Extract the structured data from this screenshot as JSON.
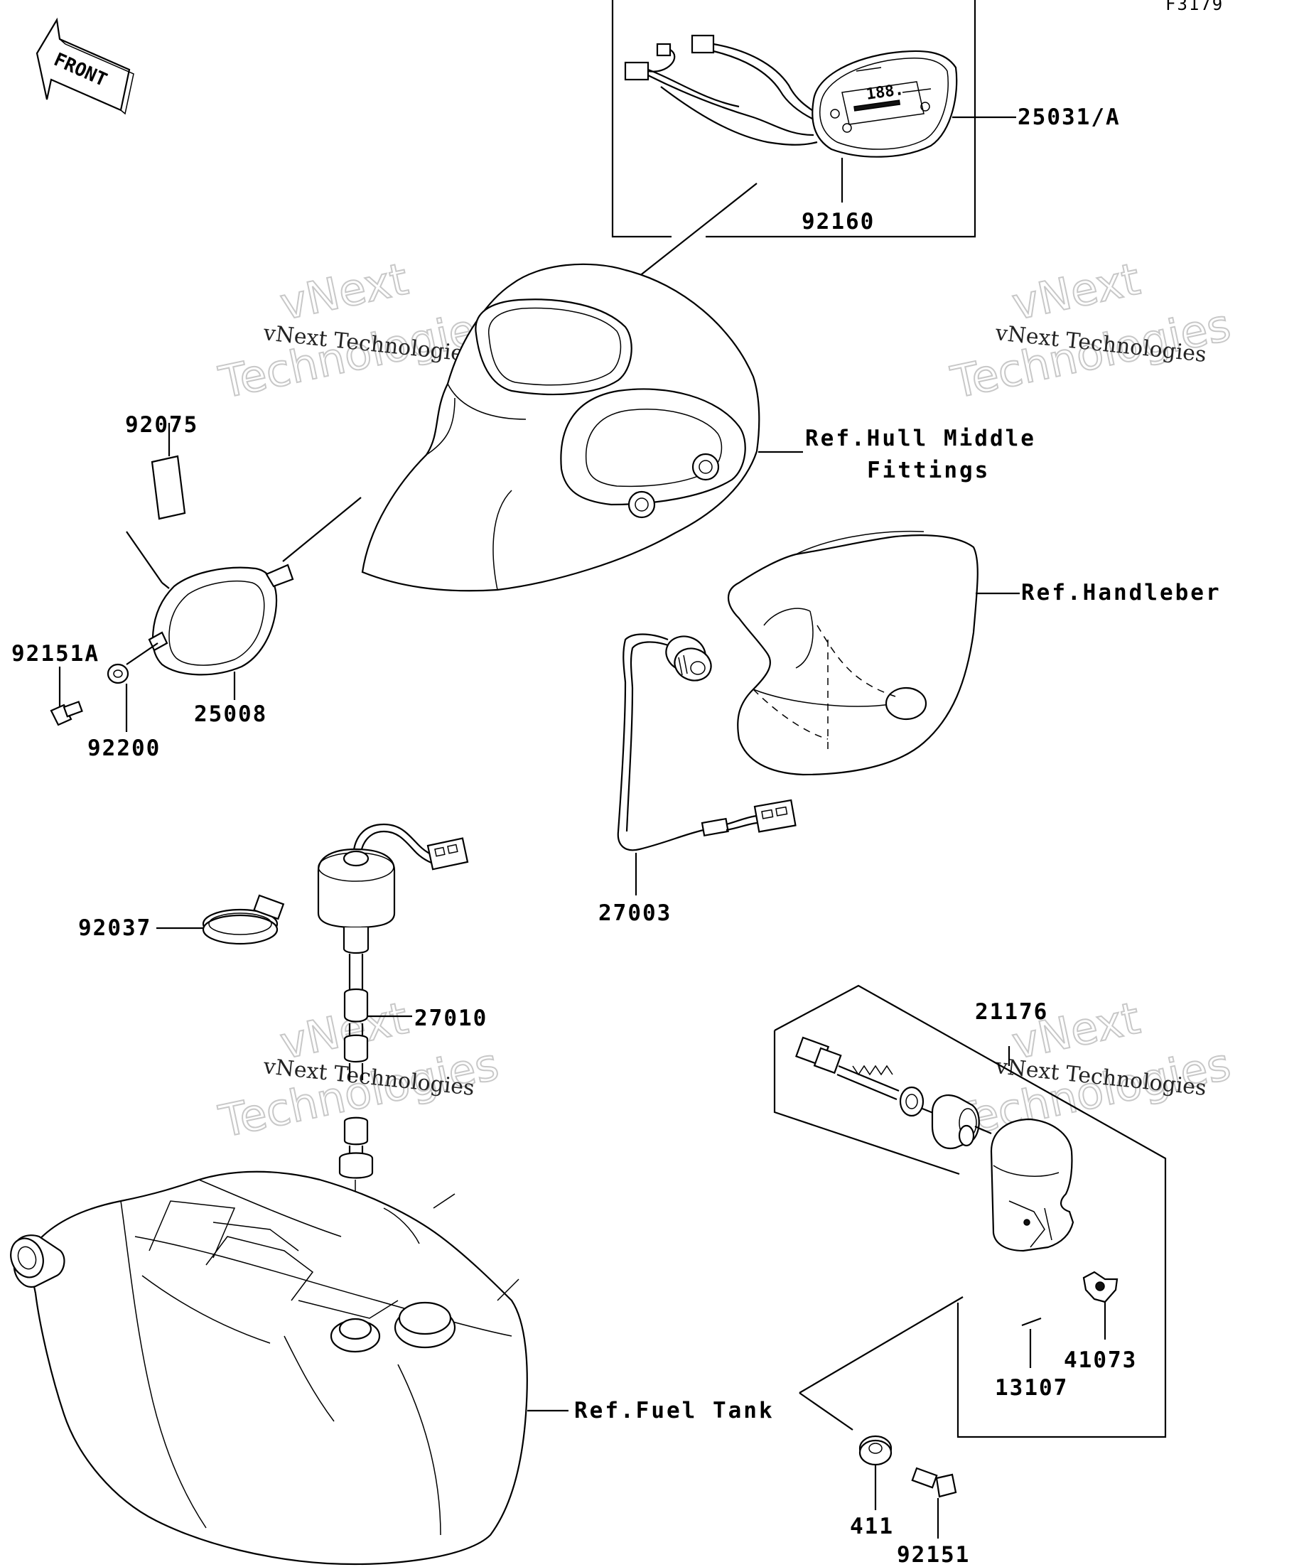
{
  "diagram_code": "F3179",
  "front_label": "FRONT",
  "parts": {
    "p25031a": "25031/A",
    "p92160": "92160",
    "p92075": "92075",
    "p92151a": "92151A",
    "p92200": "92200",
    "p25008": "25008",
    "p27003": "27003",
    "p92037": "92037",
    "p27010": "27010",
    "p21176": "21176",
    "p41073": "41073",
    "p13107": "13107",
    "p411": "411",
    "p92151": "92151"
  },
  "refs": {
    "hull_line1": "Ref.Hull Middle",
    "hull_line2": "Fittings",
    "handlebar": "Ref.Handleber",
    "fuel_tank": "Ref.Fuel Tank"
  },
  "watermark": {
    "line1": "vNext",
    "line2": "Technologies",
    "small": "vNext Technologies"
  }
}
